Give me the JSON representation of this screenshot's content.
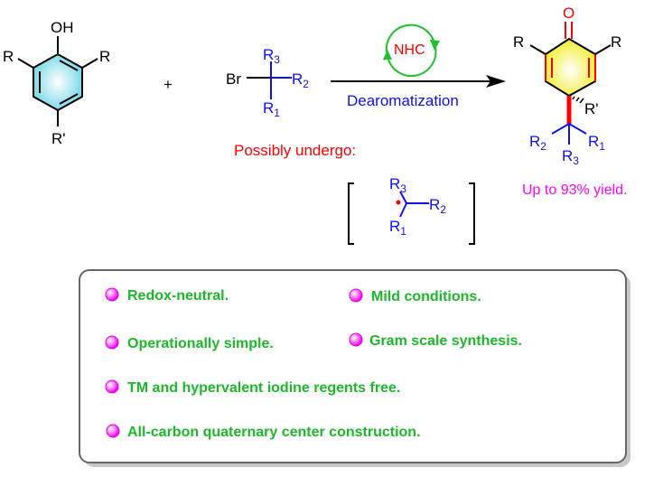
{
  "colors": {
    "black": "#000000",
    "blue": "#1010ee",
    "red": "#ff0000",
    "green": "#20c030",
    "magenta": "#ff00ff",
    "bullet_green": "#1db82a"
  },
  "phenol": {
    "oh": "OH",
    "r_left": "R",
    "r_right": "R",
    "r_para": "R'"
  },
  "plus": "+",
  "bromide": {
    "br": "Br",
    "r3": "R",
    "r3_sub": "3",
    "r2": "R",
    "r2_sub": "2",
    "r1": "R",
    "r1_sub": "1"
  },
  "catalyst": {
    "label": "NHC"
  },
  "arrow": {
    "label": "Dearomatization"
  },
  "intermediate": {
    "caption": "Possibly undergo:",
    "r3": "R",
    "r3_sub": "3",
    "r2": "R",
    "r2_sub": "2",
    "r1": "R",
    "r1_sub": "1"
  },
  "product": {
    "o": "O",
    "r_left": "R",
    "r_right": "R",
    "r_prime": "R'",
    "r2": "R",
    "r2_sub": "2",
    "r1": "R",
    "r1_sub": "1",
    "r3": "R",
    "r3_sub": "3",
    "yield": "Up to 93% yield."
  },
  "features": [
    {
      "text": "Redox-neutral."
    },
    {
      "text": "Mild conditions."
    },
    {
      "text": "Operationally simple."
    },
    {
      "text": "Gram scale synthesis."
    },
    {
      "text": "TM and hypervalent iodine regents free."
    },
    {
      "text": "All-carbon quaternary center construction."
    }
  ]
}
